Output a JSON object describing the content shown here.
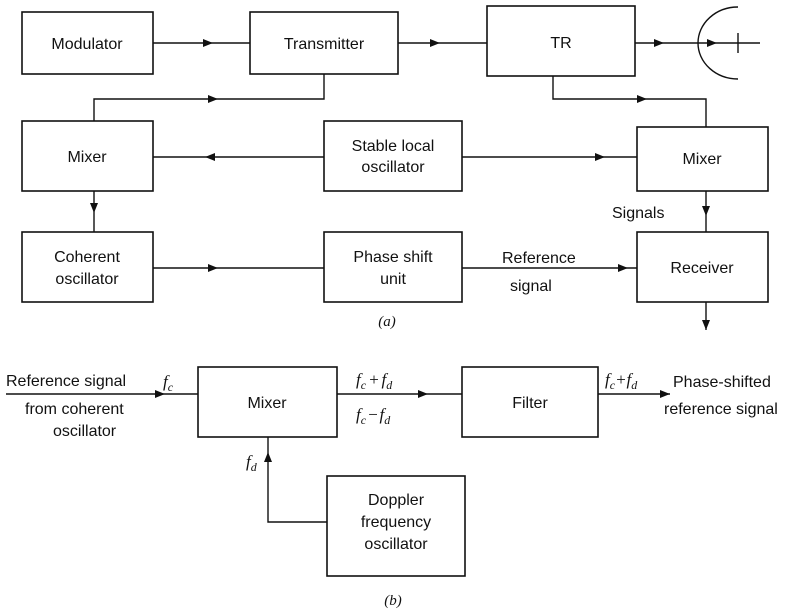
{
  "diagram_a": {
    "caption": "(a)",
    "blocks": {
      "modulator": [
        "Modulator"
      ],
      "transmitter": [
        "Transmitter"
      ],
      "tr": [
        "TR"
      ],
      "mixer_left": [
        "Mixer"
      ],
      "stalo": [
        "Stable local",
        "oscillator"
      ],
      "mixer_right": [
        "Mixer"
      ],
      "coho": [
        "Coherent",
        "oscillator"
      ],
      "phase_shift": [
        "Phase shift",
        "unit"
      ],
      "receiver": [
        "Receiver"
      ]
    },
    "labels": {
      "signals": "Signals",
      "reference_signal": [
        "Reference",
        "signal"
      ]
    }
  },
  "diagram_b": {
    "caption": "(b)",
    "blocks": {
      "mixer": [
        "Mixer"
      ],
      "filter": [
        "Filter"
      ],
      "doppler": [
        "Doppler",
        "frequency",
        "oscillator"
      ]
    },
    "labels": {
      "input": [
        "Reference signal",
        "from coherent",
        "oscillator"
      ],
      "output": [
        "Phase-shifted",
        "reference signal"
      ],
      "fc": {
        "base": "f",
        "sub": "c"
      },
      "fd": {
        "base": "f",
        "sub": "d"
      },
      "sum": {
        "a": "f",
        "a_sub": "c",
        "op": "+",
        "b": "f",
        "b_sub": "d"
      },
      "diff": {
        "a": "f",
        "a_sub": "c",
        "op": "−",
        "b": "f",
        "b_sub": "d"
      },
      "out_sum": {
        "a": "f",
        "a_sub": "c",
        "op": "+",
        "b": "f",
        "b_sub": "d"
      }
    }
  }
}
